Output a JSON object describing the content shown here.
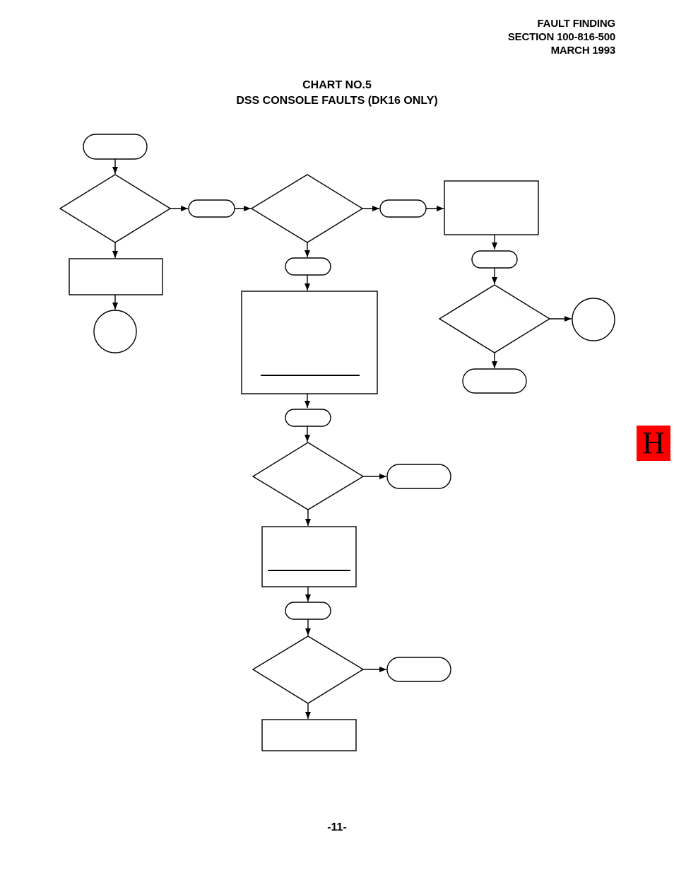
{
  "header": {
    "line1": "FAULT FINDING",
    "line2": "SECTION 100-816-500",
    "line3": "MARCH 1993"
  },
  "title": {
    "line1": "CHART NO.5",
    "line2": "DSS CONSOLE FAULTS (DK16 ONLY)"
  },
  "section_tab": {
    "letter": "H",
    "color": "#ff0000"
  },
  "page_number": "-11-",
  "colors": {
    "stroke": "#000000",
    "fill": "#ffffff"
  }
}
